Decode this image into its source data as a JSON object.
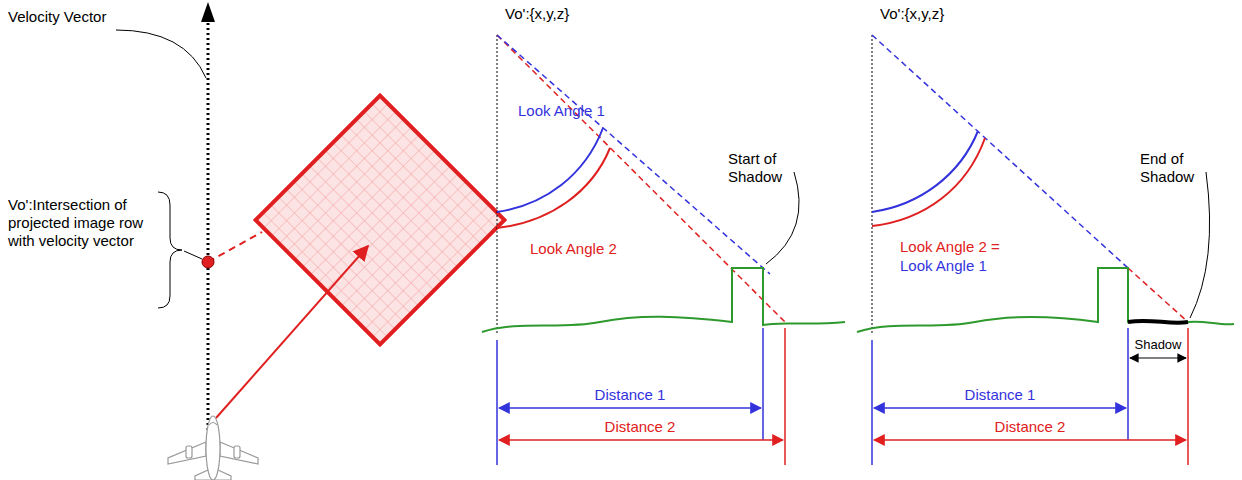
{
  "diagram": {
    "labels": [
      "Velocity Vector",
      "Vo':Intersection of projected image row with velocity vector",
      "Vo':{x,y,z}",
      "Look Angle 1",
      "Look Angle 2",
      "Start of Shadow",
      "Distance 1",
      "Distance 2",
      "Vo':{x,y,z}",
      "Look Angle 2 =",
      "Look Angle 1",
      "End of Shadow",
      "Shadow",
      "Distance 1",
      "Distance 2"
    ]
  }
}
